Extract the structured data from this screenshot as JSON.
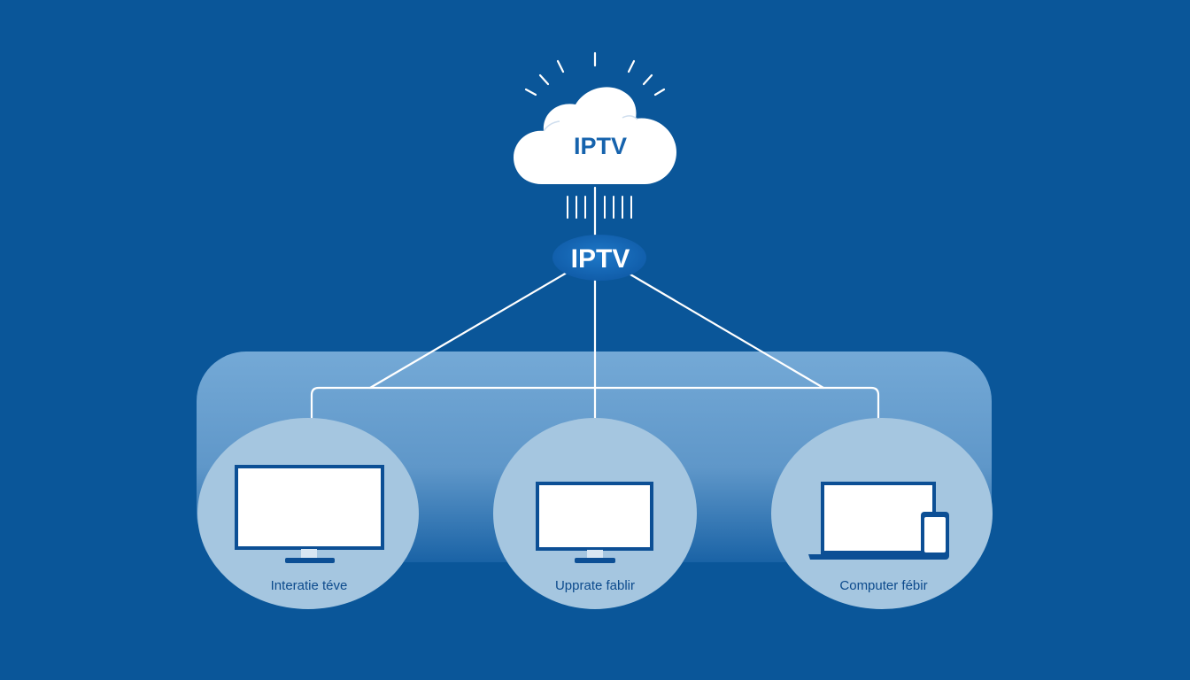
{
  "diagram": {
    "cloud": {
      "label": "IPTV"
    },
    "hub": {
      "label": "IPTV"
    },
    "devices": [
      {
        "label": "Interatie téve",
        "icon": "tv-monitor-icon"
      },
      {
        "label": "Upprate fablir",
        "icon": "monitor-icon"
      },
      {
        "label": "Computer fébir",
        "icon": "laptop-phone-icon"
      }
    ]
  },
  "colors": {
    "background": "#0a5699",
    "panel": "#6fa4d2",
    "device_circle": "#a5c6e0",
    "icon_stroke": "#0c4f95",
    "label_text": "#0c4a8c",
    "hub_fill": "#1466b4",
    "line": "#ffffff"
  }
}
